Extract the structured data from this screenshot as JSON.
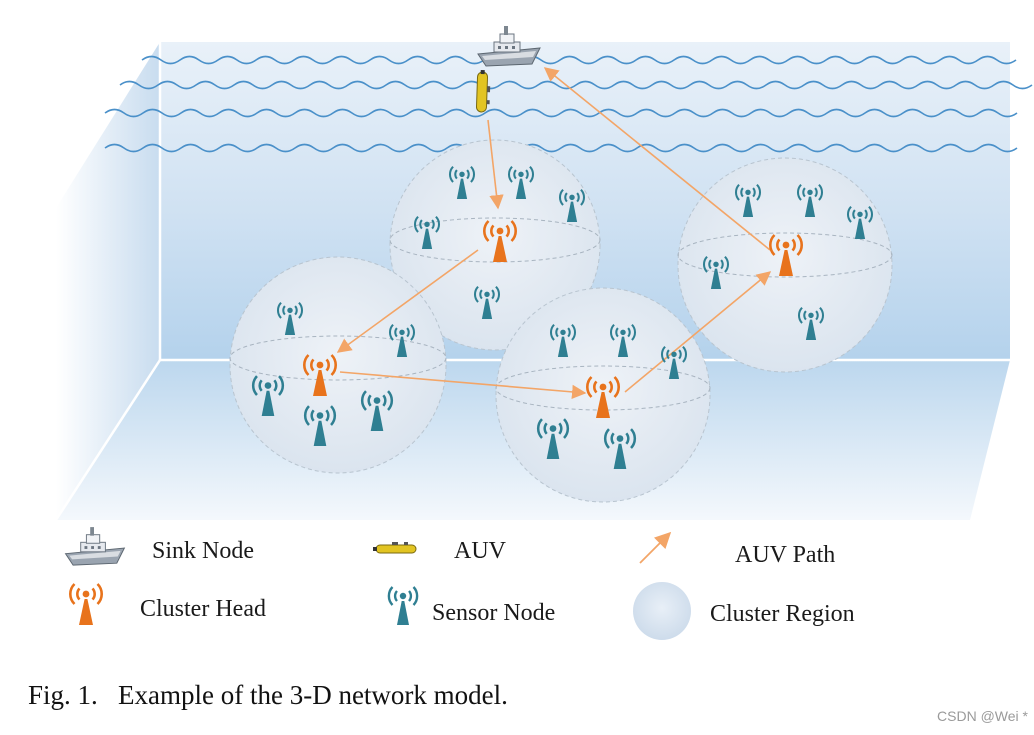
{
  "legend": {
    "sink_node": "Sink Node",
    "auv": "AUV",
    "auv_path": "AUV Path",
    "cluster_head": "Cluster Head",
    "sensor_node": "Sensor Node",
    "cluster_region": "Cluster Region"
  },
  "caption": "Fig. 1.   Example of the 3-D network model.",
  "watermark": "CSDN @Wei *",
  "colors": {
    "water_top": "#dde9f5",
    "water_bottom": "#a9cbea",
    "wave": "#4a90c9",
    "cluster_fill": "#e3ebf4",
    "cluster_stroke": "#b8c4cf",
    "cluster_head": "#e8731c",
    "sensor_node": "#2f7f92",
    "auv_path": "#f3a567",
    "auv": "#e2c422"
  },
  "icons": {
    "sink": "ship-icon",
    "auv": "underwater-vehicle-icon",
    "cluster_head": "orange-antenna-icon",
    "sensor": "teal-antenna-icon",
    "path": "arrow-icon",
    "region": "sphere-icon"
  }
}
